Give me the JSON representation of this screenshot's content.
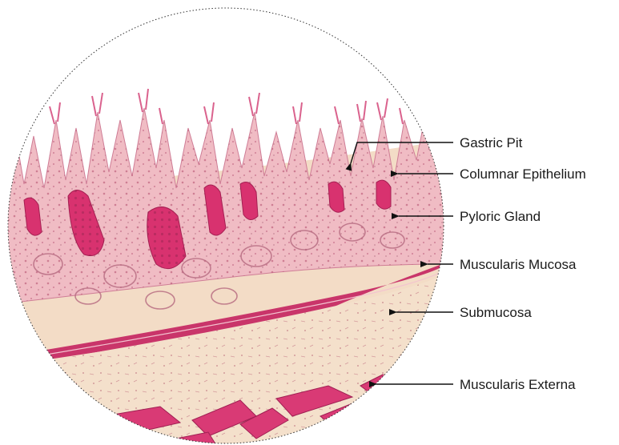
{
  "diagram": {
    "colors": {
      "background": "#ffffff",
      "tissue_pale": "#f3dcc6",
      "tissue_pink": "#f0bcc4",
      "mucosa_pink": "#e98aa6",
      "deep_magenta": "#d8326f",
      "muscle_band": "#c9356a",
      "outline": "#333333",
      "leader": "#111111"
    },
    "labels": [
      {
        "id": "gastric-pit",
        "text": "Gastric Pit"
      },
      {
        "id": "columnar-epithelium",
        "text": "Columnar Epithelium"
      },
      {
        "id": "pyloric-gland",
        "text": "Pyloric Gland"
      },
      {
        "id": "muscularis-mucosa",
        "text": "Muscularis Mucosa"
      },
      {
        "id": "submucosa",
        "text": "Submucosa"
      },
      {
        "id": "muscularis-externa",
        "text": "Muscularis Externa"
      }
    ]
  }
}
